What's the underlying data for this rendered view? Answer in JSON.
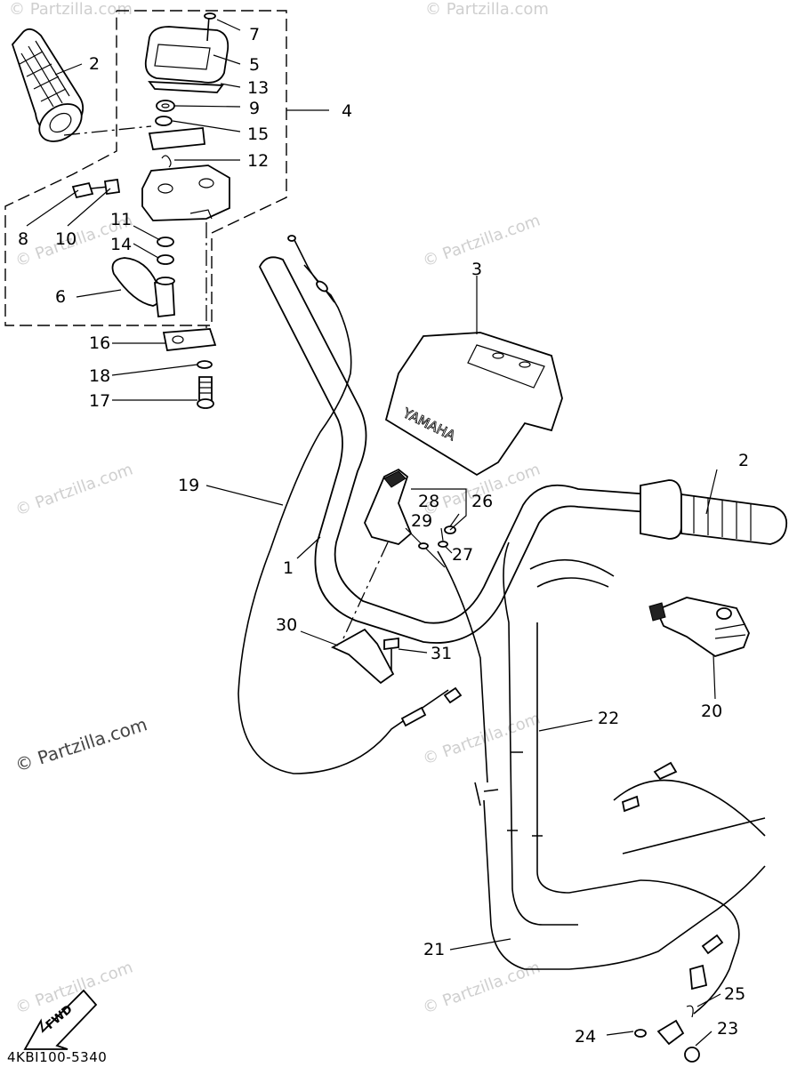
{
  "diagram": {
    "callouts": [
      {
        "id": "7",
        "text": "7"
      },
      {
        "id": "2a",
        "text": "2"
      },
      {
        "id": "5",
        "text": "5"
      },
      {
        "id": "13",
        "text": "13"
      },
      {
        "id": "9",
        "text": "9"
      },
      {
        "id": "4",
        "text": "4"
      },
      {
        "id": "15",
        "text": "15"
      },
      {
        "id": "12",
        "text": "12"
      },
      {
        "id": "8",
        "text": "8"
      },
      {
        "id": "10",
        "text": "10"
      },
      {
        "id": "11",
        "text": "11"
      },
      {
        "id": "14",
        "text": "14"
      },
      {
        "id": "6",
        "text": "6"
      },
      {
        "id": "3",
        "text": "3"
      },
      {
        "id": "16",
        "text": "16"
      },
      {
        "id": "18",
        "text": "18"
      },
      {
        "id": "17",
        "text": "17"
      },
      {
        "id": "2b",
        "text": "2"
      },
      {
        "id": "19",
        "text": "19"
      },
      {
        "id": "28",
        "text": "28"
      },
      {
        "id": "26",
        "text": "26"
      },
      {
        "id": "29",
        "text": "29"
      },
      {
        "id": "27",
        "text": "27"
      },
      {
        "id": "1",
        "text": "1"
      },
      {
        "id": "30",
        "text": "30"
      },
      {
        "id": "31",
        "text": "31"
      },
      {
        "id": "20",
        "text": "20"
      },
      {
        "id": "22",
        "text": "22"
      },
      {
        "id": "21",
        "text": "21"
      },
      {
        "id": "25",
        "text": "25"
      },
      {
        "id": "23",
        "text": "23"
      },
      {
        "id": "24",
        "text": "24"
      }
    ],
    "brand_text": "YAMAHA",
    "fwd_text": "FWD",
    "drawing_code": "4KBI100-5340",
    "watermark": "© Partzilla.com"
  }
}
